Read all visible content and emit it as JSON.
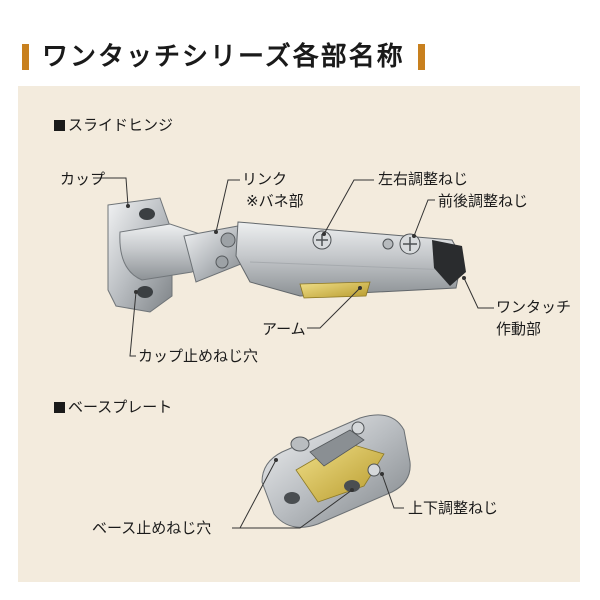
{
  "title": "ワンタッチシリーズ各部名称",
  "colors": {
    "accent": "#c8801e",
    "panel": "#f3ebdd",
    "metal": "#c9ccce"
  },
  "sections": {
    "hinge": "スライドヒンジ",
    "plate": "ベースプレート"
  },
  "labels": {
    "cup": "カップ",
    "link": "リンク",
    "link_note": "※バネ部",
    "lr_adjust": "左右調整ねじ",
    "fb_adjust": "前後調整ねじ",
    "one_touch_1": "ワンタッチ",
    "one_touch_2": "作動部",
    "arm": "アーム",
    "cup_screw": "カップ止めねじ穴",
    "ud_adjust": "上下調整ねじ",
    "base_screw": "ベース止めねじ穴"
  }
}
